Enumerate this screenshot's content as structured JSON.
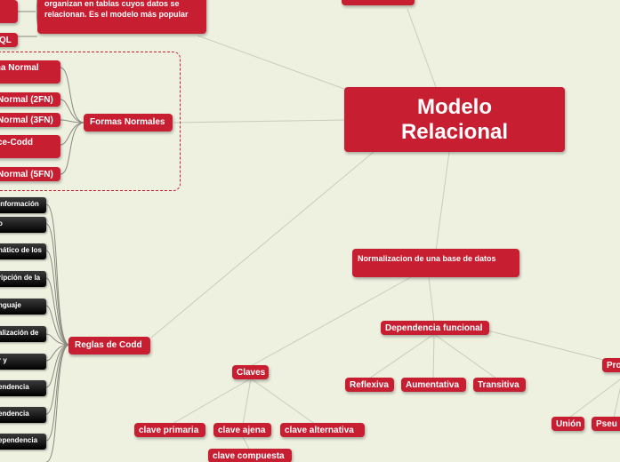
{
  "colors": {
    "background": "#eef0e0",
    "node_red": "#c81e32",
    "node_black": "#000000",
    "line": "#c8ccbb"
  },
  "central": {
    "title_line1": "Modelo",
    "title_line2": "Relacional"
  },
  "top": {
    "description": "organizan en tablas cuyos datos se relacionan. Es el modelo más popular",
    "sql": "QL"
  },
  "formas": {
    "label": "Formas Normales",
    "items": [
      "ma Normal",
      "Normal (2FN)",
      "Normal (3FN)",
      "ce-Codd",
      "Normal (5FN)"
    ]
  },
  "codd": {
    "label": "Reglas de Codd",
    "items": [
      "Información",
      "o",
      "nático de los",
      "ripción de la",
      "nguaje",
      "alización de",
      "r y",
      "endencia",
      "endencia",
      "ependencia"
    ]
  },
  "norm": {
    "label": "Normalizacion de una base de datos"
  },
  "dependencia": {
    "label": "Dependencia funcional",
    "items": [
      "Reflexiva",
      "Aumentativa",
      "Transitiva"
    ]
  },
  "claves": {
    "label": "Claves",
    "items": [
      "clave primaria",
      "clave ajena",
      "clave alternativa"
    ],
    "compuesta": "clave compuesta"
  },
  "propiedades": {
    "label": "Pro",
    "items": [
      "Unión",
      "Pseu"
    ]
  }
}
